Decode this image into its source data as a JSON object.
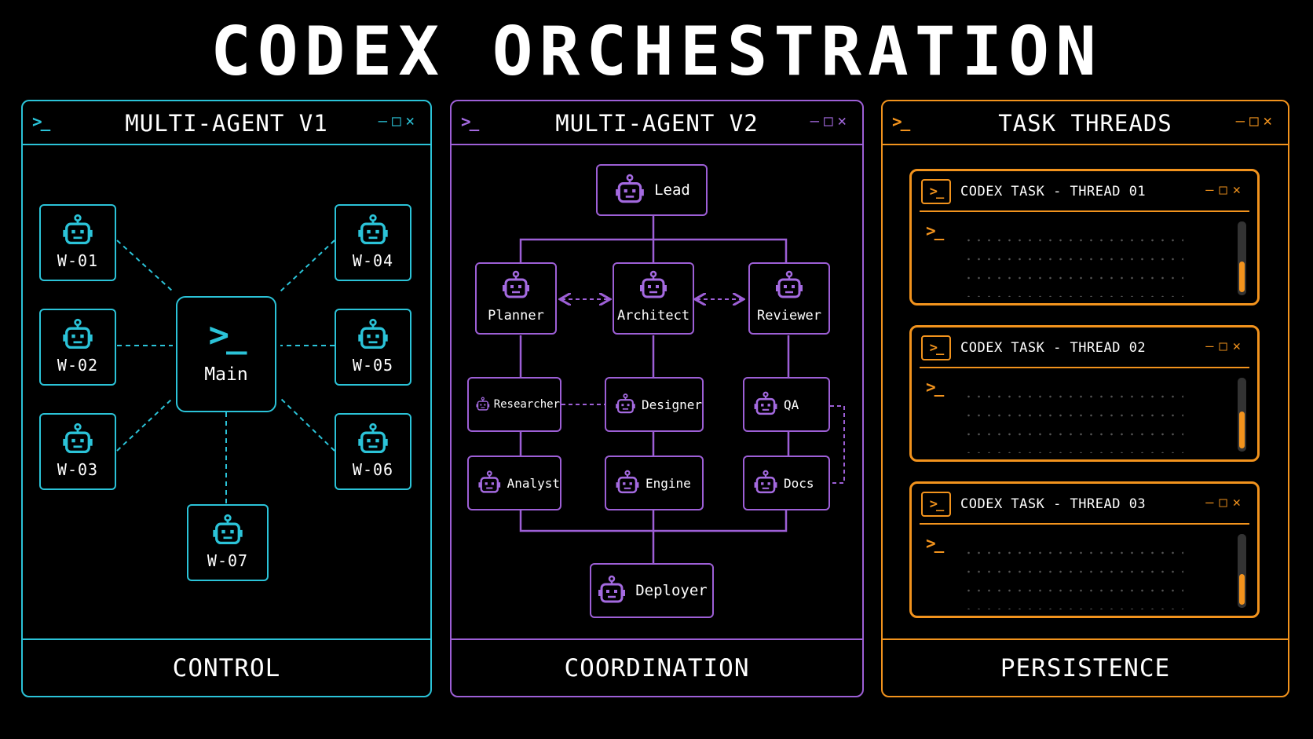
{
  "title": "CODEX ORCHESTRATION",
  "colors": {
    "v1": "#2bc3d8",
    "v2": "#9d5fd6",
    "threads": "#f2931d",
    "background": "#000000"
  },
  "window_controls": {
    "minimize": "—",
    "maximize": "□",
    "close": "✕"
  },
  "prompt_glyph": ">_",
  "panels": {
    "v1": {
      "title": "MULTI-AGENT V1",
      "footer": "CONTROL",
      "hub": "Main",
      "workers": [
        "W-01",
        "W-02",
        "W-03",
        "W-04",
        "W-05",
        "W-06",
        "W-07"
      ]
    },
    "v2": {
      "title": "MULTI-AGENT V2",
      "footer": "COORDINATION",
      "nodes": {
        "lead": "Lead",
        "planner": "Planner",
        "architect": "Architect",
        "reviewer": "Reviewer",
        "researcher": "Researcher",
        "designer": "Designer",
        "qa": "QA",
        "analyst": "Analyst",
        "engine": "Engine",
        "docs": "Docs",
        "deployer": "Deployer"
      }
    },
    "threads": {
      "title": "TASK THREADS",
      "footer": "PERSISTENCE",
      "items": [
        {
          "title": "CODEX TASK - THREAD 01",
          "progress": 0.45
        },
        {
          "title": "CODEX TASK - THREAD 02",
          "progress": 0.55
        },
        {
          "title": "CODEX TASK - THREAD 03",
          "progress": 0.45
        }
      ]
    }
  }
}
